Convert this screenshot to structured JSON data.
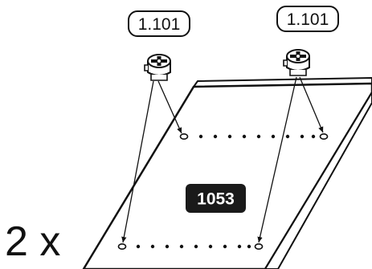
{
  "diagram": {
    "callouts": [
      {
        "label": "1.101"
      },
      {
        "label": "1.101"
      }
    ],
    "panel_label": "1053",
    "quantity": "2 x"
  },
  "colors": {
    "ink": "#111111",
    "label_bg": "#1a1a1a",
    "label_text": "#ffffff",
    "paper": "#ffffff"
  },
  "icons": [
    "cam-lock-fitting-icon",
    "cam-lock-fitting-icon"
  ]
}
